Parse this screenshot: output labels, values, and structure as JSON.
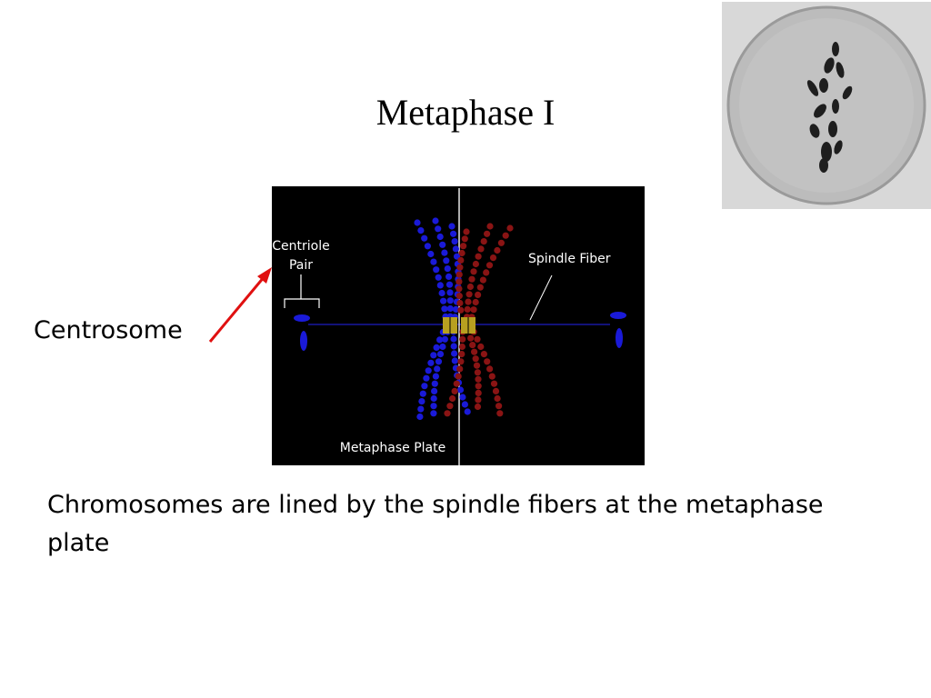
{
  "slide": {
    "title": "Metaphase I",
    "centrosome_label": "Centrosome",
    "caption": "Chromosomes are lined by the spindle fibers at the metaphase plate"
  },
  "diagram": {
    "centriole_label_line1": "Centriole",
    "centriole_label_line2": "Pair",
    "spindle_label": "Spindle Fiber",
    "plate_label": "Metaphase Plate"
  },
  "colors": {
    "diagram_background": "#000000",
    "blue_fiber": "#1a1ad8",
    "red_fiber": "#8a1414",
    "centromere": "#b8a020",
    "arrow": "#e01010"
  }
}
